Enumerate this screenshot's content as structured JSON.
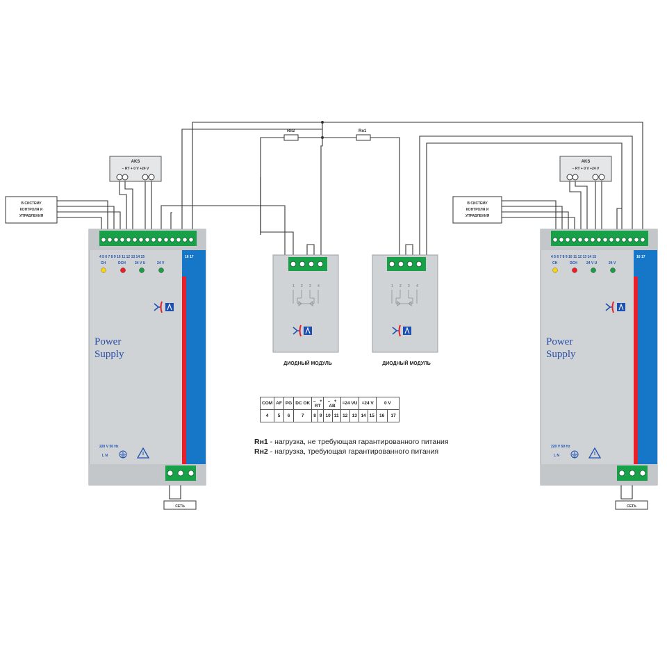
{
  "psu_left": {
    "title_line1": "Power",
    "title_line2": "Supply",
    "ratings": "220 V  50 Hz",
    "mains_terms": "L   N",
    "ext_box": [
      "В СИСТЕМУ",
      "КОНТРОЛЯ И",
      "УПРАВЛЕНИЯ"
    ],
    "aks": {
      "title": "AKS",
      "labels": "–  RT  +    0 V  +24 V"
    },
    "net_label": "СЕТЬ",
    "terminal_numbers": "4  5  6  7  8  9 10 11 12 13 14 15",
    "terminal_numbers_hi": "16 17",
    "led_labels": [
      "CH",
      "DCH",
      "24 V U",
      "24 V"
    ],
    "accent_colors": {
      "led_yellow": "#f3d21b",
      "led_red": "#e8202a",
      "led_green": "#1f9a45",
      "body": "#cfd3d6",
      "side_blue": "#1677c9",
      "side_red": "#e8202a",
      "terminal_green": "#19a14a"
    }
  },
  "psu_right": {
    "title_line1": "Power",
    "title_line2": "Supply",
    "ratings": "220 V  50 Hz",
    "mains_terms": "L   N",
    "ext_box": [
      "В СИСТЕМУ",
      "КОНТРОЛЯ И",
      "УПРАВЛЕНИЯ"
    ],
    "aks": {
      "title": "AKS",
      "labels": "–  RT  +    0 V  +24 V"
    },
    "net_label": "СЕТЬ",
    "terminal_numbers": "4  5  6  7  8  9 10 11 12 13 14 15",
    "terminal_numbers_hi": "16 17",
    "led_labels": [
      "CH",
      "DCH",
      "24 V U",
      "24 V"
    ]
  },
  "diode_modules": [
    {
      "label": "ДИОДНЫЙ МОДУЛЬ",
      "pins": [
        "1",
        "2",
        "3",
        "4"
      ]
    },
    {
      "label": "ДИОДНЫЙ МОДУЛЬ",
      "pins": [
        "1",
        "2",
        "3",
        "4"
      ]
    }
  ],
  "loads": {
    "rn2": "Rн2",
    "rn1": "Rн1"
  },
  "terminal_table": {
    "header": [
      "COM",
      "AF",
      "PG",
      "DC OK",
      "RT",
      "AB",
      "=24 VU",
      "=24 V",
      "0 V"
    ],
    "rt_signs": [
      "–",
      "+"
    ],
    "ab_signs": [
      "–",
      "+"
    ],
    "numbers": [
      "4",
      "5",
      "6",
      "7",
      "8",
      "9",
      "10",
      "11",
      "12",
      "13",
      "14",
      "15",
      "16",
      "17"
    ]
  },
  "legend": [
    {
      "key": "Rн1",
      "text": " - нагрузка, не требующая гарантированного питания"
    },
    {
      "key": "Rн2",
      "text": " - нагрузка, требующая гарантированного питания"
    }
  ]
}
